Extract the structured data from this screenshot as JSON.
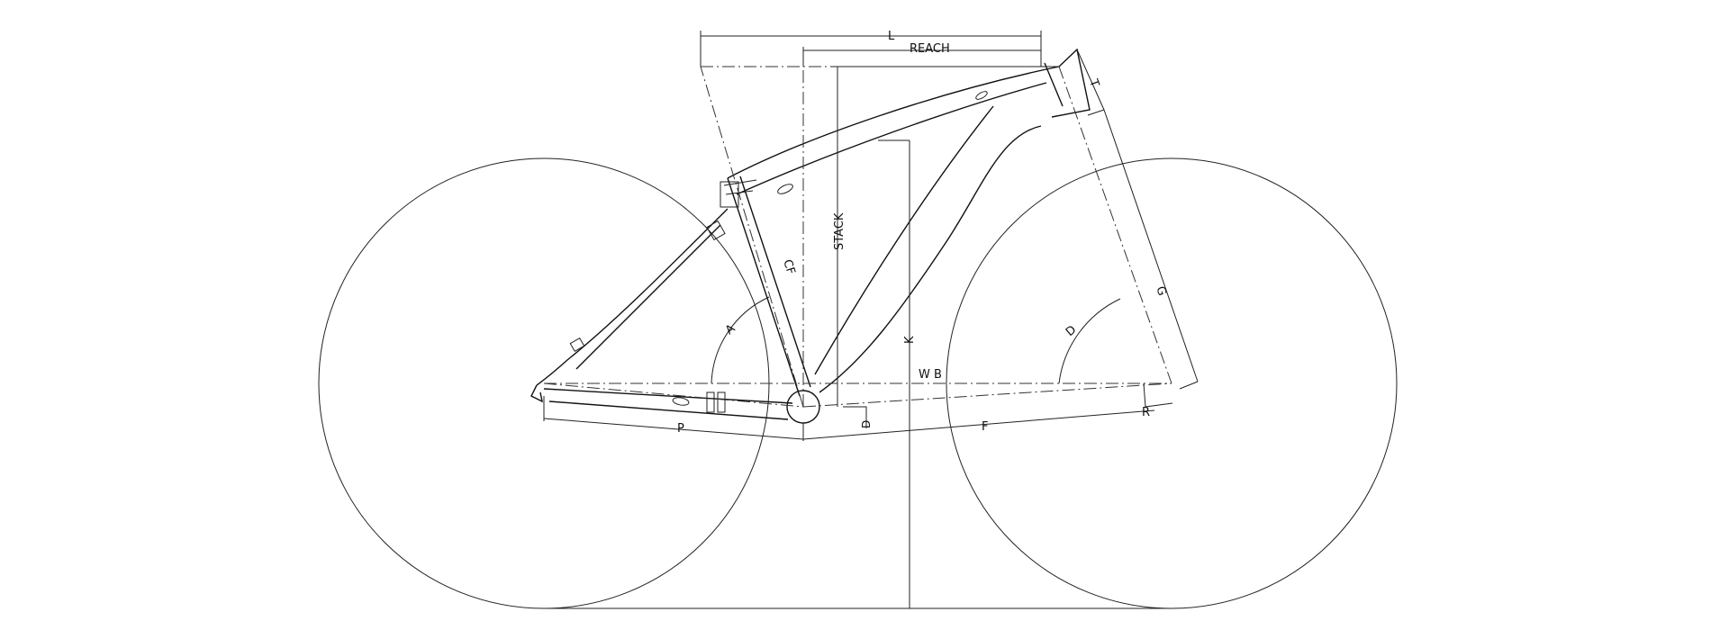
{
  "labels": {
    "L": "L",
    "REACH": "REACH",
    "STACK": "STACK",
    "T": "T",
    "CF": "CF",
    "G": "G",
    "A": "A",
    "D": "D",
    "K": "K",
    "WB": "W B",
    "P": "P",
    "F": "F",
    "R": "R",
    "Dsmall": "D"
  },
  "colors": {
    "line": "#222222",
    "background": "#ffffff"
  }
}
